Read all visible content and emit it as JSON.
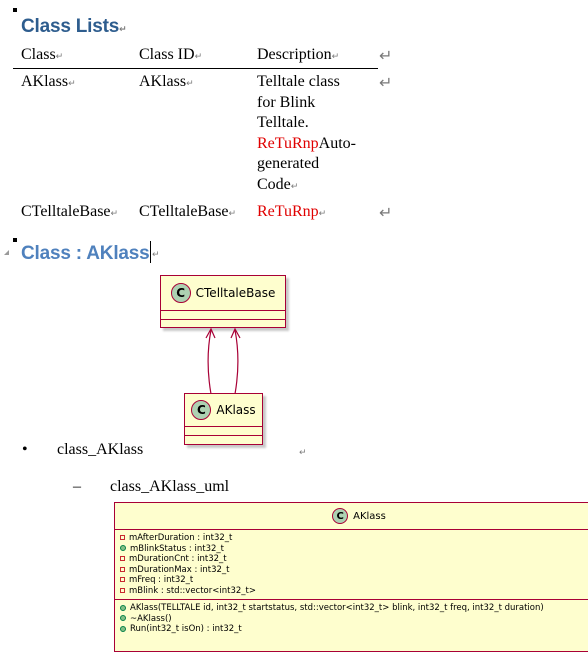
{
  "heading_class_lists": "Class Lists",
  "para_mark": "↵",
  "table": {
    "headers": [
      "Class",
      "Class ID",
      "Description"
    ],
    "rows": [
      {
        "class": "AKlass",
        "class_id": "AKlass",
        "desc_lines": [
          "Telltale class",
          "for Blink",
          "Telltale."
        ],
        "desc_red": "ReTuRnp",
        "desc_after_red": "Auto-",
        "desc_tail": [
          "generated",
          "Code"
        ]
      },
      {
        "class": "CTelltaleBase",
        "class_id": "CTelltaleBase",
        "desc_red": "ReTuRnp"
      }
    ]
  },
  "heading_class_aklass": "Class : AKlass",
  "diagram1": {
    "base_icon": "C",
    "base_name": "CTelltaleBase",
    "child_icon": "C",
    "child_name": "AKlass",
    "colors": {
      "fill": "#fefece",
      "border": "#a80036",
      "icon_bg": "#add1b2"
    }
  },
  "bullet1": {
    "marker": "•",
    "text": "class_AKlass"
  },
  "bullet2": {
    "marker": "–",
    "text": "class_AKlass_uml"
  },
  "diagram2": {
    "icon": "C",
    "name": "AKlass",
    "attributes": [
      "mAfterDuration : int32_t",
      "mBlinkStatus : int32_t",
      "mDurationCnt : int32_t",
      "mDurationMax : int32_t",
      "mFreq : int32_t",
      "mBlink : std::vector<int32_t>"
    ],
    "methods": [
      "AKlass(TELLTALE id, int32_t startstatus, std::vector<int32_t> blink, int32_t freq, int32_t duration)",
      "~AKlass()",
      "Run(int32_t isOn) : int32_t"
    ]
  }
}
